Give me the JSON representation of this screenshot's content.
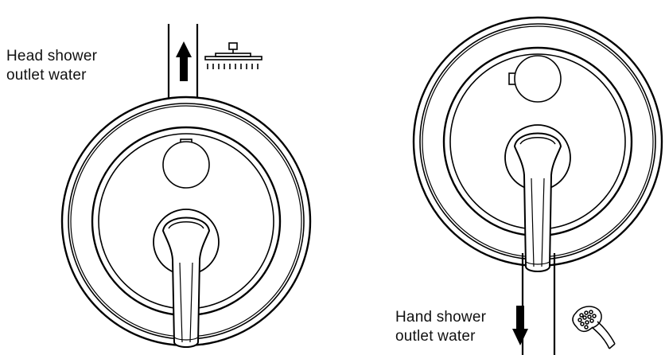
{
  "diagram": {
    "left_panel": {
      "label_line1": "Head shower",
      "label_line2": "outlet water",
      "flow_direction": "up",
      "outlet_icon": "rain-shower-head-icon"
    },
    "right_panel": {
      "label_line1": "Hand shower",
      "label_line2": "outlet water",
      "flow_direction": "down",
      "outlet_icon": "hand-shower-icon"
    },
    "line_color": "#000000"
  }
}
